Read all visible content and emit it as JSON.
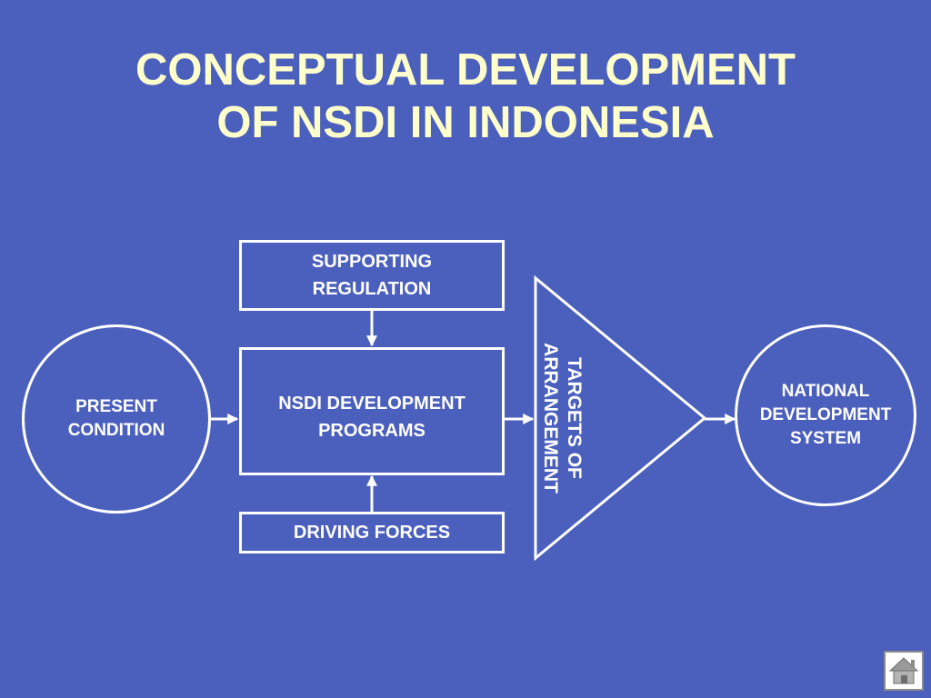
{
  "title": {
    "line1": "CONCEPTUAL DEVELOPMENT",
    "line2": "OF NSDI IN INDONESIA"
  },
  "nodes": {
    "supporting_regulation": {
      "line1": "SUPPORTING",
      "line2": "REGULATION"
    },
    "nsdi_programs": {
      "line1": "NSDI DEVELOPMENT",
      "line2": "PROGRAMS"
    },
    "driving_forces": {
      "line1": "DRIVING FORCES"
    },
    "present_condition": {
      "line1": "PRESENT",
      "line2": "CONDITION"
    },
    "targets": {
      "line1": "TARGETS OF",
      "line2": "ARRANGEMENT"
    },
    "national_system": {
      "line1": "NATIONAL",
      "line2": "DEVELOPMENT",
      "line3": "SYSTEM"
    }
  },
  "colors": {
    "background": "#4b5fbd",
    "title": "#ffffcc",
    "lines": "#ffffff"
  },
  "icons": {
    "home": "home-icon"
  }
}
